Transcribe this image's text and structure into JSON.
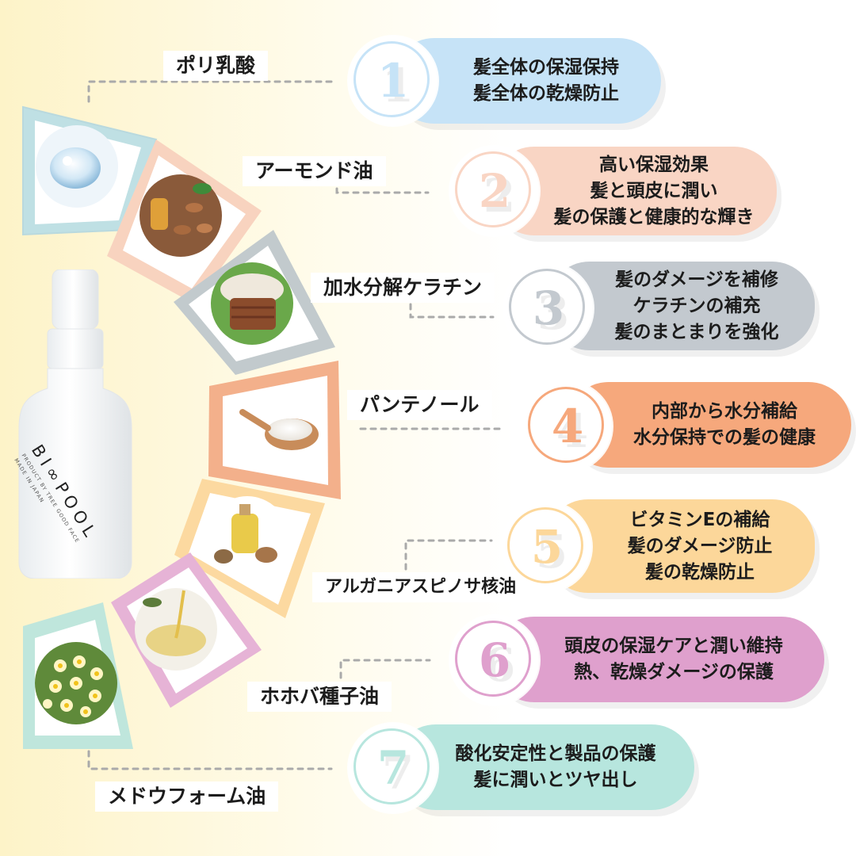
{
  "bottle": {
    "brand": "BI∞POOL",
    "tagline": "PRODUCT BY TREE GOOD FACE",
    "made_in": "MADE IN JAPAN"
  },
  "ingredients": [
    {
      "label": "ポリ乳酸",
      "number": "1",
      "color": "#c6e3f7",
      "lines": [
        "髪全体の保湿保持",
        "髪全体の乾燥防止"
      ]
    },
    {
      "label": "アーモンド油",
      "number": "2",
      "color": "#f9d5c4",
      "lines": [
        "高い保湿効果",
        "髪と頭皮に潤い",
        "髪の保護と健康的な輝き"
      ]
    },
    {
      "label": "加水分解ケラチン",
      "number": "3",
      "color": "#c3c9cf",
      "lines": [
        "髪のダメージを補修",
        "ケラチンの補充",
        "髪のまとまりを強化"
      ]
    },
    {
      "label": "パンテノール",
      "number": "4",
      "color": "#f6a87c",
      "lines": [
        "内部から水分補給",
        "水分保持での髪の健康"
      ]
    },
    {
      "label": "アルガニアスピノサ核油",
      "number": "5",
      "color": "#fcd79a",
      "lines": [
        "ビタミンEの補給",
        "髪のダメージ防止",
        "髪の乾燥防止"
      ]
    },
    {
      "label": "ホホバ種子油",
      "number": "6",
      "color": "#dfa0cd",
      "lines": [
        "頭皮の保湿ケアと潤い維持",
        "熱、乾燥ダメージの保護"
      ]
    },
    {
      "label": "メドウフォーム油",
      "number": "7",
      "color": "#b7e6de",
      "lines": [
        "酸化安定性と製品の保護",
        "髪に潤いとツヤ出し"
      ]
    }
  ]
}
